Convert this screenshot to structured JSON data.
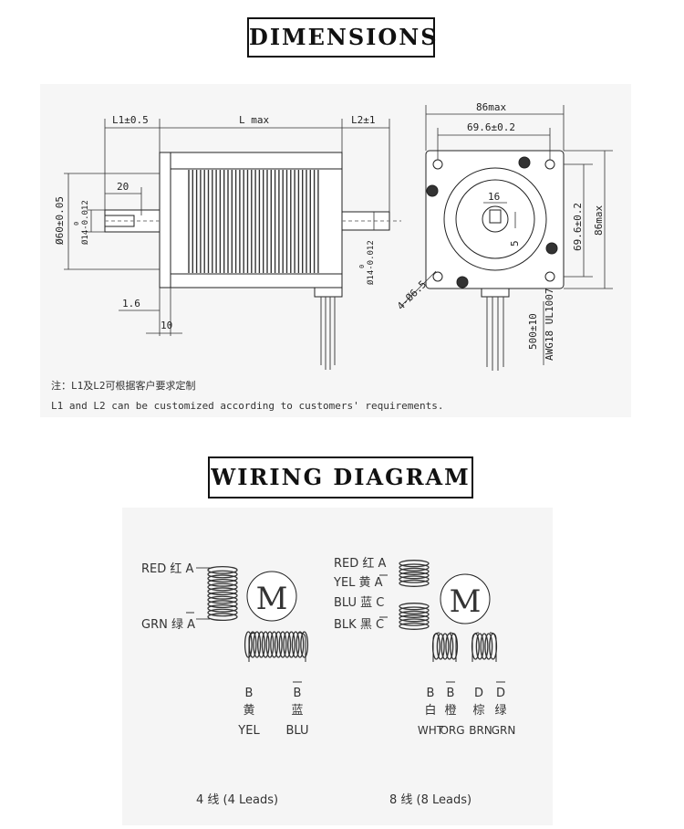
{
  "headings": {
    "dimensions": "DIMENSIONS",
    "wiring": "WIRING DIAGRAM"
  },
  "dims": {
    "l1": "L1±0.5",
    "l": "L max",
    "l2": "L2±1",
    "d20": "20",
    "dia60": "Ø60±0.05",
    "dia14a": "Ø14-0.012",
    "dia14a_top": "0",
    "dia14b": "Ø14-0.012",
    "dia14b_top": "0",
    "d16": "1.6",
    "d10": "10",
    "w86": "86max",
    "w696": "69.6±0.2",
    "s16": "16",
    "s5": "5",
    "h696": "69.6±0.2",
    "h86": "86max",
    "hole": "4-Ø6.5",
    "lead": "500±10",
    "wire": "AWG18 UL1007"
  },
  "notes": {
    "cn": "注：L1及L2可根据客户要求定制",
    "en": "L1 and L2 can be customized according to customers' requirements."
  },
  "wiring4": {
    "red": "RED 红 A",
    "grn": "GRN 绿 A",
    "b": "B",
    "bbar": "B",
    "yel_cn": "黄",
    "blu_cn": "蓝",
    "yel": "YEL",
    "blu": "BLU",
    "m": "M",
    "caption": "4 线 (4 Leads)"
  },
  "wiring8": {
    "red": "RED 红 A",
    "yel": "YEL 黄 A",
    "blu": "BLU 蓝 C",
    "blk": "BLK 黑 C",
    "b": "B",
    "bbar": "B",
    "d": "D",
    "dbar": "D",
    "wht_cn": "白",
    "org_cn": "橙",
    "brn_cn": "棕",
    "grn_cn": "绿",
    "wht": "WHT",
    "org": "ORG",
    "brn": "BRN",
    "grn": "GRN",
    "m": "M",
    "caption": "8 线 (8 Leads)"
  }
}
